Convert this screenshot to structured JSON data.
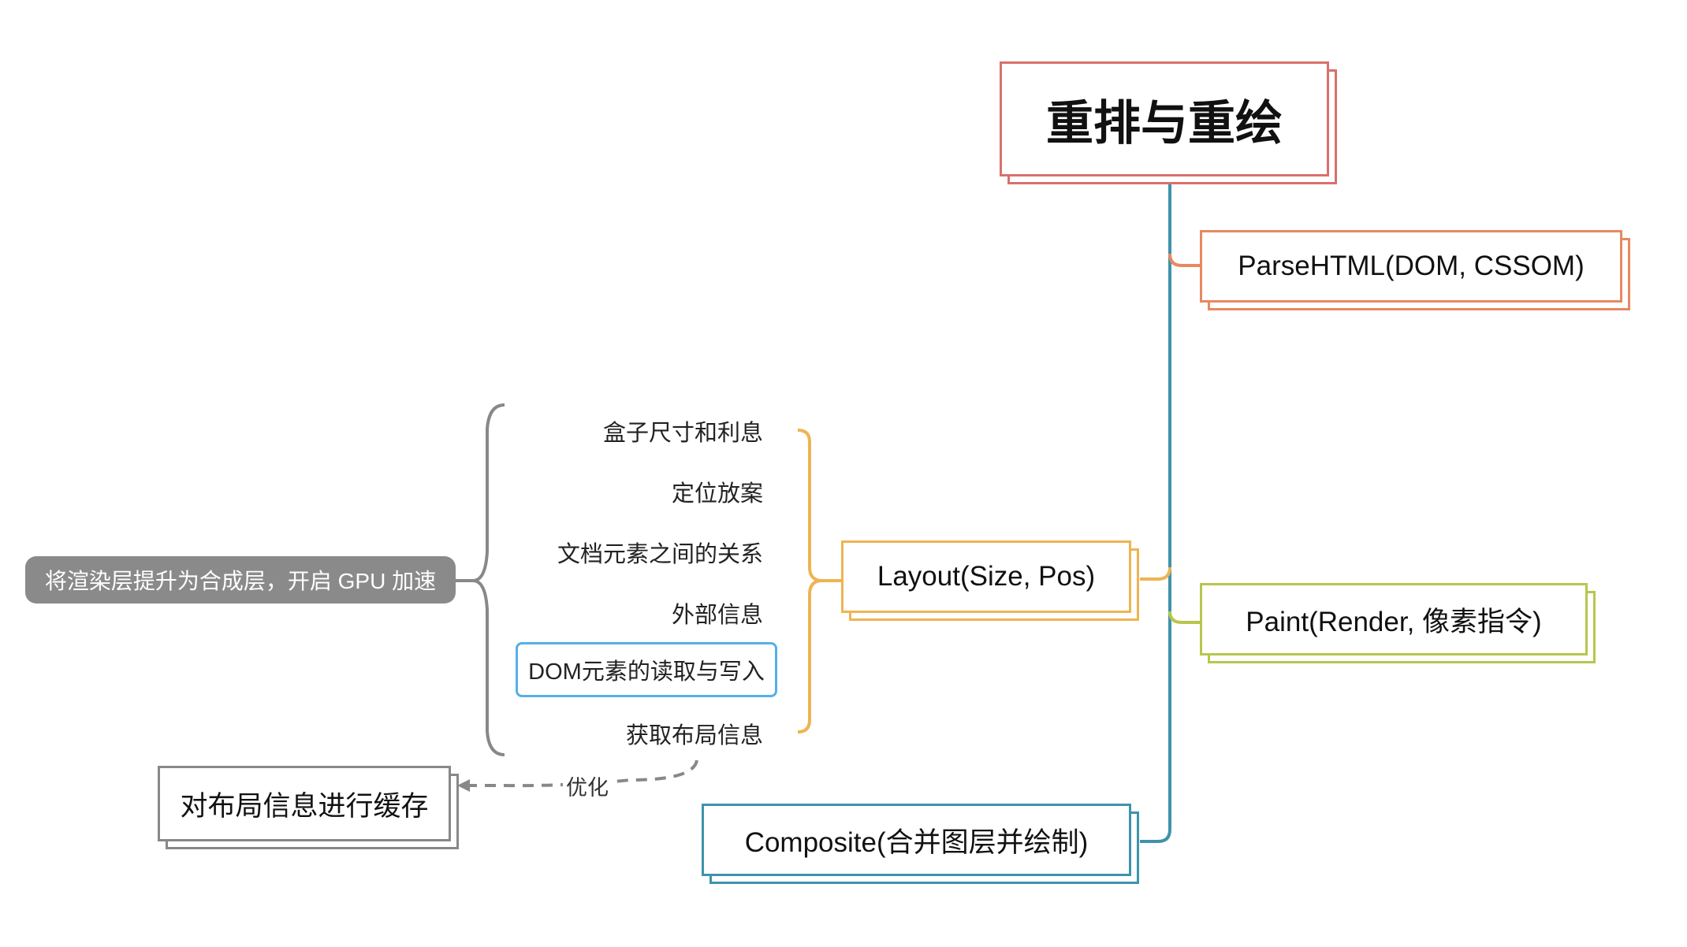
{
  "root": {
    "label": "重排与重绘",
    "color": "#d9706c"
  },
  "branches": {
    "parse": {
      "label": "ParseHTML(DOM, CSSOM)",
      "color": "#e88860"
    },
    "layout": {
      "label": "Layout(Size, Pos)",
      "color": "#eeb453"
    },
    "paint": {
      "label": "Paint(Render,  像素指令)",
      "color": "#b7c64d"
    },
    "composite": {
      "label": "Composite(合并图层并绘制)",
      "color": "#3f93ab"
    }
  },
  "layout_children": [
    "盒子尺寸和利息",
    "定位放案",
    "文档元素之间的关系",
    "外部信息",
    "DOM元素的读取与写入",
    "获取布局信息"
  ],
  "highlight_child_color": "#55b0e8",
  "summary": {
    "label": "将渲染层提升为合成层，开启 GPU 加速"
  },
  "optimization": {
    "edge_label": "优化",
    "target": "对布局信息进行缓存",
    "color": "#888888"
  }
}
